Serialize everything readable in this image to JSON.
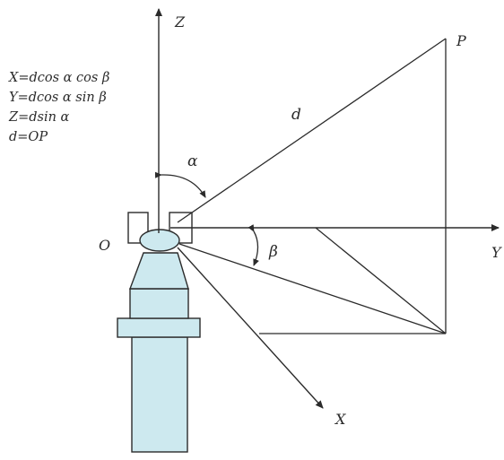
{
  "axes": {
    "x": "X",
    "y": "Y",
    "z": "Z"
  },
  "points": {
    "origin": "O",
    "target": "P"
  },
  "distance_label": "d",
  "angles": {
    "alpha": "α",
    "beta": "β"
  },
  "formulas": [
    "X=dcos α cos β",
    "Y=dcos α sin β",
    "Z=dsin α",
    "d=OP"
  ],
  "colors": {
    "line": "#2b2b2b",
    "instrument_fill": "#cde9ef",
    "instrument_stroke": "#2b2b2b"
  }
}
